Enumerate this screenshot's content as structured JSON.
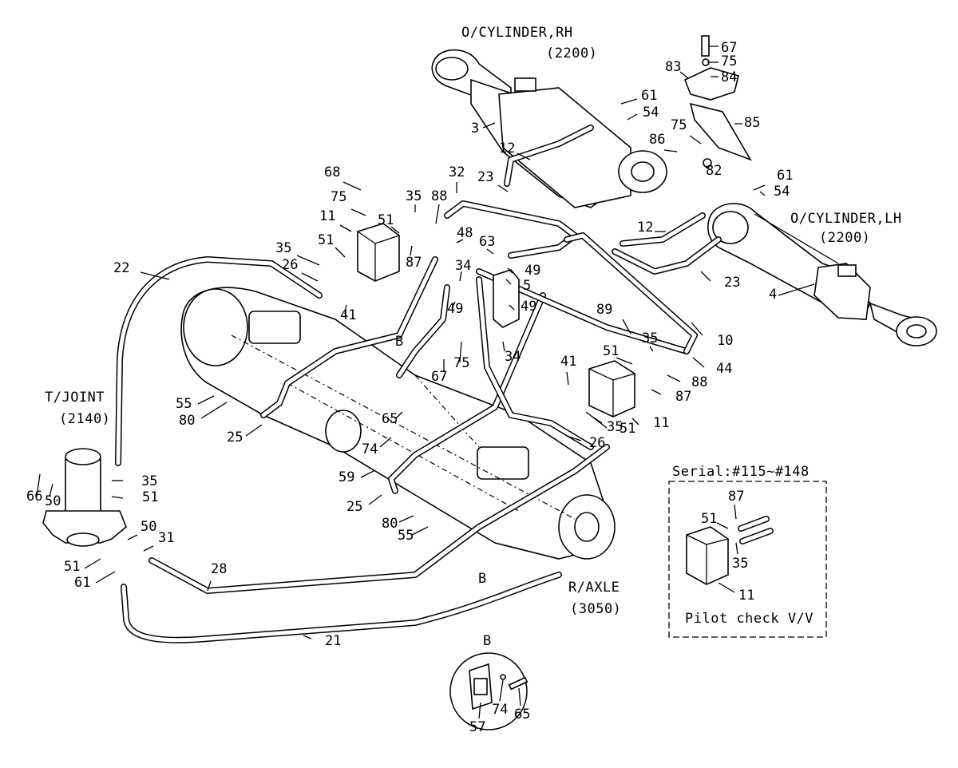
{
  "assemblies": {
    "cyl_rh_name": "O/CYLINDER,RH",
    "cyl_rh_code": "(2200)",
    "cyl_lh_name": "O/CYLINDER,LH",
    "cyl_lh_code": "(2200)",
    "tjoint_name": "T/JOINT",
    "tjoint_code": "(2140)",
    "raxle_name": "R/AXLE",
    "raxle_code": "(3050)"
  },
  "inset": {
    "title": "Serial:#115~#148",
    "caption": "Pilot check V/V",
    "labels": [
      "87",
      "51",
      "35",
      "11"
    ]
  },
  "detail": {
    "title": "B",
    "labels": [
      "57",
      "74",
      "65"
    ]
  },
  "view_markers": [
    "B",
    "B"
  ],
  "part_numbers": [
    "67",
    "75",
    "83",
    "84",
    "61",
    "54",
    "85",
    "3",
    "75",
    "86",
    "82",
    "12",
    "68",
    "32",
    "23",
    "61",
    "54",
    "35",
    "88",
    "75",
    "11",
    "51",
    "48",
    "63",
    "12",
    "87",
    "22",
    "35",
    "51",
    "26",
    "34",
    "49",
    "5",
    "23",
    "4",
    "49",
    "41",
    "49",
    "89",
    "10",
    "35",
    "34",
    "67",
    "75",
    "51",
    "44",
    "41",
    "88",
    "87",
    "55",
    "80",
    "65",
    "11",
    "25",
    "74",
    "26",
    "35",
    "51",
    "59",
    "66",
    "50",
    "35",
    "51",
    "25",
    "80",
    "55",
    "50",
    "31",
    "51",
    "28",
    "61",
    "21"
  ]
}
